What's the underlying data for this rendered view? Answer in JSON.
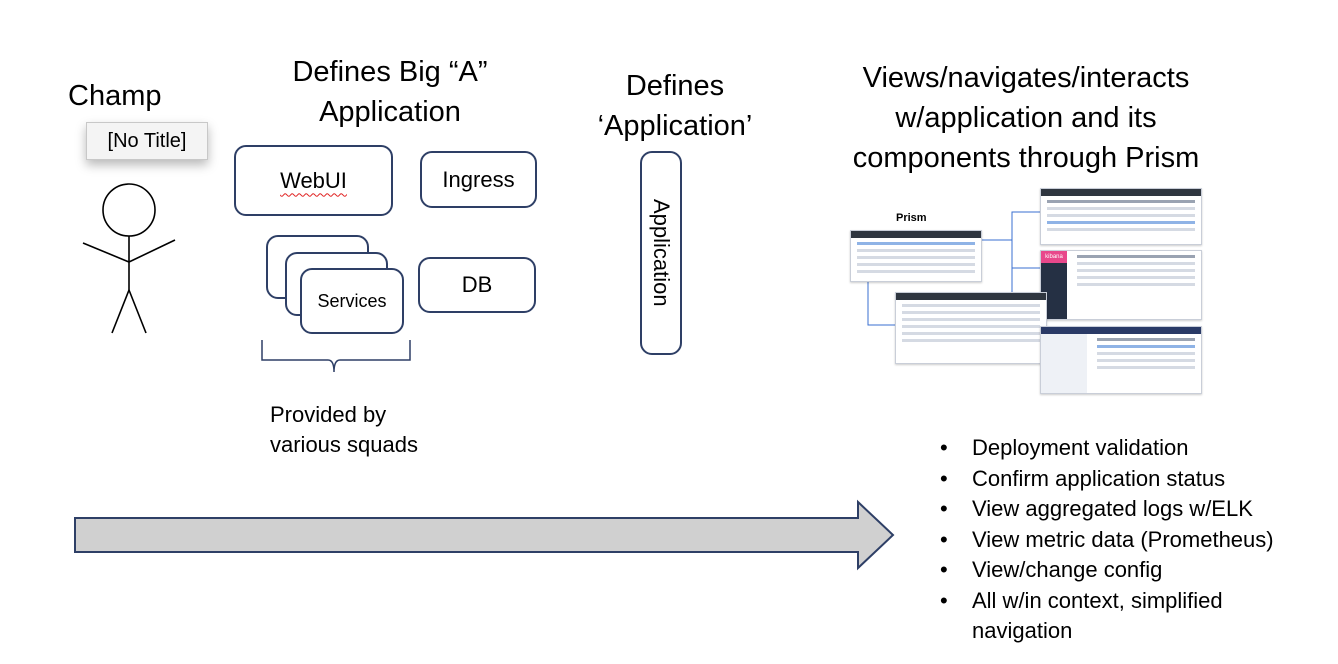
{
  "champ": {
    "label": "Champ",
    "tooltip": "[No Title]"
  },
  "big_a": {
    "heading_line1": "Defines Big “A”",
    "heading_line2": "Application",
    "components": {
      "webui": "WebUI",
      "ingress": "Ingress",
      "services": "Services",
      "db": "DB"
    },
    "provided_line1": "Provided by",
    "provided_line2": "various squads"
  },
  "app_def": {
    "heading_line1": "Defines",
    "heading_line2": "‘Application’",
    "box_label": "Application"
  },
  "prism": {
    "heading_line1": "Views/navigates/interacts",
    "heading_line2": "w/application and its",
    "heading_line3": "components through Prism",
    "thumb_title": "Prism",
    "kibana_label": "kibana"
  },
  "bullets": [
    "Deployment validation",
    "Confirm application status",
    "View aggregated logs w/ELK",
    "View  metric data (Prometheus)",
    "View/change config",
    "All w/in context, simplified",
    "navigation"
  ],
  "colors": {
    "box_border": "#2e3f66",
    "arrow_fill": "#d0d0d0",
    "squiggle": "#e02020",
    "kibana": "#e8488b",
    "connector": "#3a6fd0"
  }
}
